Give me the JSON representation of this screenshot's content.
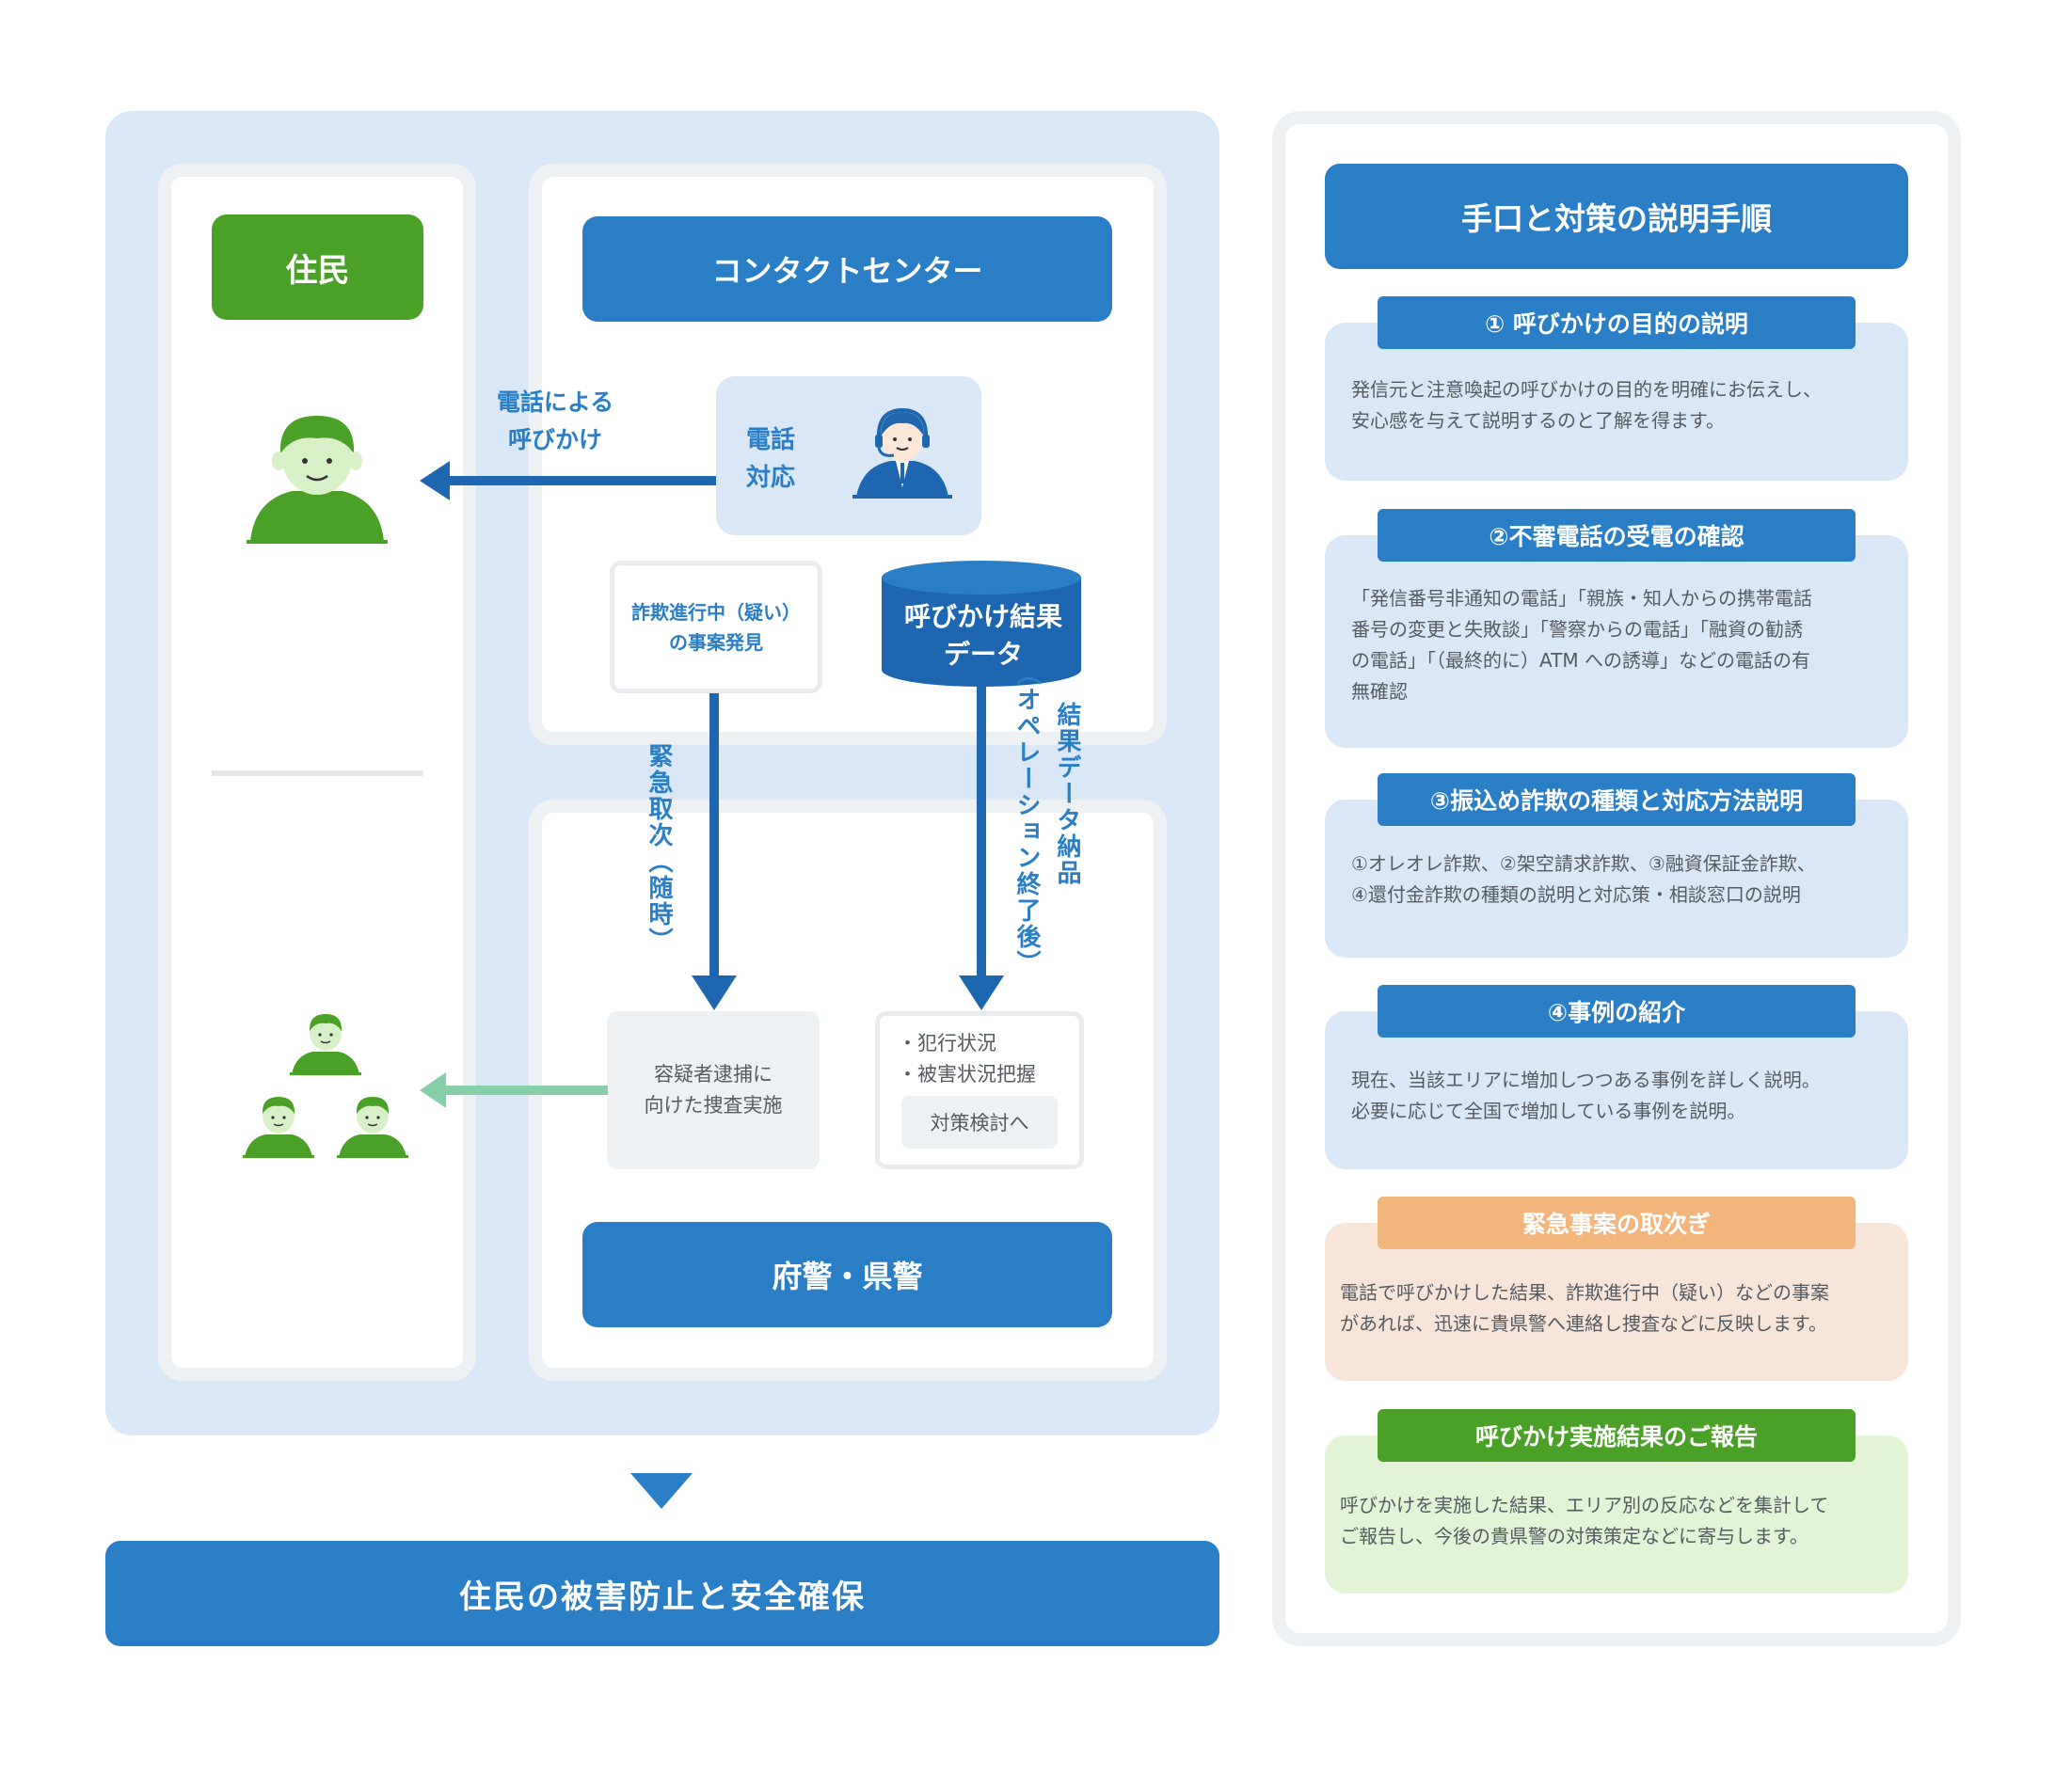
{
  "flow": {
    "resident_title": "住民",
    "contact_center_title": "コンタクトセンター",
    "police_title": "府警・県警",
    "phone_call_label_line1": "電話による",
    "phone_call_label_line2": "呼びかけ",
    "phone_response_line1": "電話",
    "phone_response_line2": "対応",
    "fraud_found_line1": "詐欺進行中（疑い）",
    "fraud_found_line2": "の事案発見",
    "result_db_line1": "呼びかけ結果",
    "result_db_line2": "データ",
    "urgent_relay": "緊急取次（随時）",
    "delivery_line1": "結果データ納品",
    "delivery_line2": "（オペレーション終了後）",
    "investigate_line1": "容疑者逮捕に",
    "investigate_line2": "向けた捜査実施",
    "result_item1": "・犯行状況",
    "result_item2": "・被害状況把握",
    "measure_button": "対策検討へ",
    "conclusion": "住民の被害防止と安全確保"
  },
  "explain": {
    "title": "手口と対策の説明手順",
    "steps": [
      {
        "tab": "① 呼びかけの目的の説明",
        "lines": [
          "発信元と注意喚起の呼びかけの目的を明確にお伝えし、",
          "安心感を与えて説明するのと了解を得ます。"
        ]
      },
      {
        "tab": "②不審電話の受電の確認",
        "lines": [
          "「発信番号非通知の電話」「親族・知人からの携帯電話",
          "番号の変更と失敗談」「警察からの電話」「融資の勧誘",
          "の電話」「（最終的に）ATM への誘導」などの電話の有",
          "無確認"
        ]
      },
      {
        "tab": "③振込め詐欺の種類と対応方法説明",
        "lines": [
          "①オレオレ詐欺、②架空請求詐欺、③融資保証金詐欺、",
          "④還付金詐欺の種類の説明と対応策・相談窓口の説明"
        ]
      },
      {
        "tab": "④事例の紹介",
        "lines": [
          "現在、当該エリアに増加しつつある事例を詳しく説明。",
          "必要に応じて全国で増加している事例を説明。"
        ]
      },
      {
        "tab": "緊急事案の取次ぎ",
        "lines": [
          "電話で呼びかけした結果、詐欺進行中（疑い）などの事案",
          "があれば、迅速に貴県警へ連絡し捜査などに反映します。"
        ]
      },
      {
        "tab": "呼びかけ実施結果のご報告",
        "lines": [
          "呼びかけを実施した結果、エリア別の反応などを集計して",
          "ご報告し、今後の貴県警の対策策定などに寄与します。"
        ]
      }
    ]
  },
  "colors": {
    "primary_blue": "#2a7ec5",
    "resident_green": "#4ba127",
    "panel_blue": "#d9e7f6",
    "urgent_orange": "#f2b57c",
    "urgent_bg": "#f6e5d8",
    "report_green": "#4ba127",
    "report_bg": "#e2f3d6",
    "light_arrow_green": "#86cfa8"
  },
  "icons": [
    "resident-person-icon",
    "operator-headset-icon",
    "database-cylinder-icon",
    "resident-group-icon",
    "arrow-left-icon",
    "arrow-down-icon",
    "triangle-down-icon"
  ]
}
